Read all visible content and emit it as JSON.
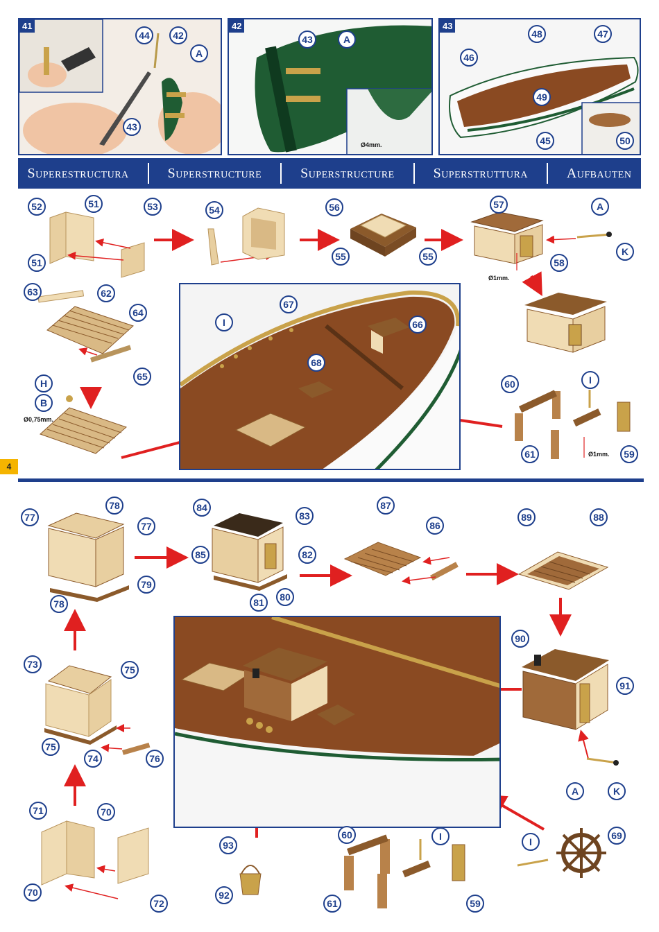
{
  "page_number": "4",
  "banner": {
    "title_es": "Superestructura",
    "title_en": "Superstructure",
    "title_fr": "Superstructure",
    "title_it": "Superstruttura",
    "title_de": "Aufbauten"
  },
  "steps": {
    "step41": "41",
    "step42": "42",
    "step43": "43"
  },
  "callouts": {
    "c44": "44",
    "c42": "42",
    "cA1": "A",
    "c43a": "43",
    "c43b": "43",
    "cA2": "A",
    "c46": "46",
    "c48": "48",
    "c47": "47",
    "c49": "49",
    "c45": "45",
    "c50": "50",
    "c52": "52",
    "c51a": "51",
    "c51b": "51",
    "c53": "53",
    "c54": "54",
    "c56": "56",
    "c55a": "55",
    "c55b": "55",
    "c57": "57",
    "c58": "58",
    "cA3": "A",
    "cK1": "K",
    "c63": "63",
    "c62": "62",
    "c64": "64",
    "c65": "65",
    "cH": "H",
    "cB": "B",
    "c67": "67",
    "cI1": "I",
    "c66": "66",
    "c68": "68",
    "c60a": "60",
    "c61a": "61",
    "cI2": "I",
    "c59a": "59",
    "c77a": "77",
    "c78a": "78",
    "c77b": "77",
    "c78b": "78",
    "c79": "79",
    "c84": "84",
    "c83": "83",
    "c85": "85",
    "c82": "82",
    "c81": "81",
    "c80": "80",
    "c87": "87",
    "c86": "86",
    "c89": "89",
    "c88": "88",
    "c90": "90",
    "c91": "91",
    "cA4": "A",
    "cK2": "K",
    "c73": "73",
    "c75a": "75",
    "c75b": "75",
    "c74": "74",
    "c76": "76",
    "c71": "71",
    "c70a": "70",
    "c70b": "70",
    "c72": "72",
    "c93": "93",
    "c92": "92",
    "c60b": "60",
    "cI3": "I",
    "c61b": "61",
    "c59b": "59",
    "cI4": "I",
    "c69": "69"
  },
  "dimensions": {
    "d42": "Ø4mm.",
    "d58": "Ø1mm.",
    "dB": "Ø0,75mm.",
    "d59": "Ø1mm."
  },
  "colors": {
    "accent_blue": "#1e3f8c",
    "arrow_red": "#e02020",
    "wood_light": "#e8cfa0",
    "wood_dark": "#8b5a2b",
    "deck": "#8a4a22",
    "hull_green": "#1f5c33",
    "page_tab": "#f5b400"
  }
}
